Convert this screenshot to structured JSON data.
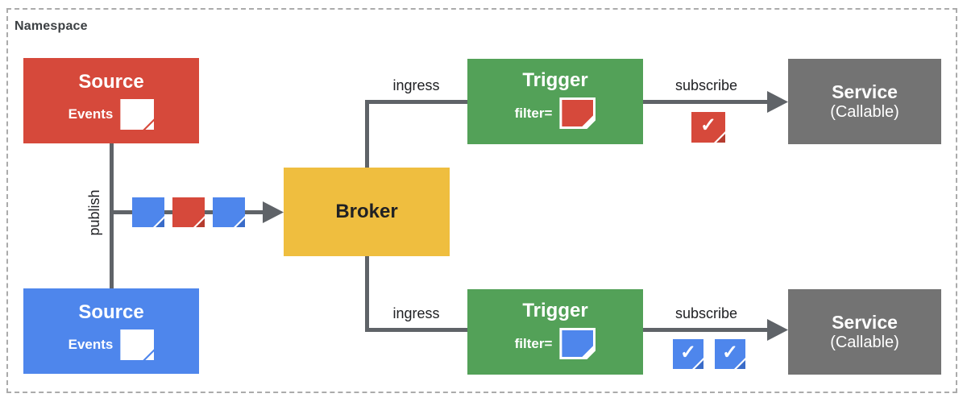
{
  "namespace": {
    "label": "Namespace"
  },
  "colors": {
    "source_red": "#d6493b",
    "source_blue": "#4e86ec",
    "trigger_green": "#53a158",
    "broker_yellow": "#efbe3f",
    "service_gray": "#737373",
    "connector": "#5f6368",
    "namespace_border": "#ababab"
  },
  "nodes": {
    "source_top": {
      "title": "Source",
      "events_label": "Events"
    },
    "source_bottom": {
      "title": "Source",
      "events_label": "Events"
    },
    "broker": {
      "title": "Broker"
    },
    "trigger_top": {
      "title": "Trigger",
      "filter_label": "filter="
    },
    "trigger_bottom": {
      "title": "Trigger",
      "filter_label": "filter="
    },
    "service_top": {
      "title": "Service",
      "subtitle": "(Callable)"
    },
    "service_bottom": {
      "title": "Service",
      "subtitle": "(Callable)"
    }
  },
  "edges": {
    "publish": {
      "label": "publish"
    },
    "ingress_top": {
      "label": "ingress"
    },
    "ingress_bottom": {
      "label": "ingress"
    },
    "subscribe_top": {
      "label": "subscribe"
    },
    "subscribe_bottom": {
      "label": "subscribe"
    }
  },
  "icons": {
    "checkmark": "✓"
  }
}
